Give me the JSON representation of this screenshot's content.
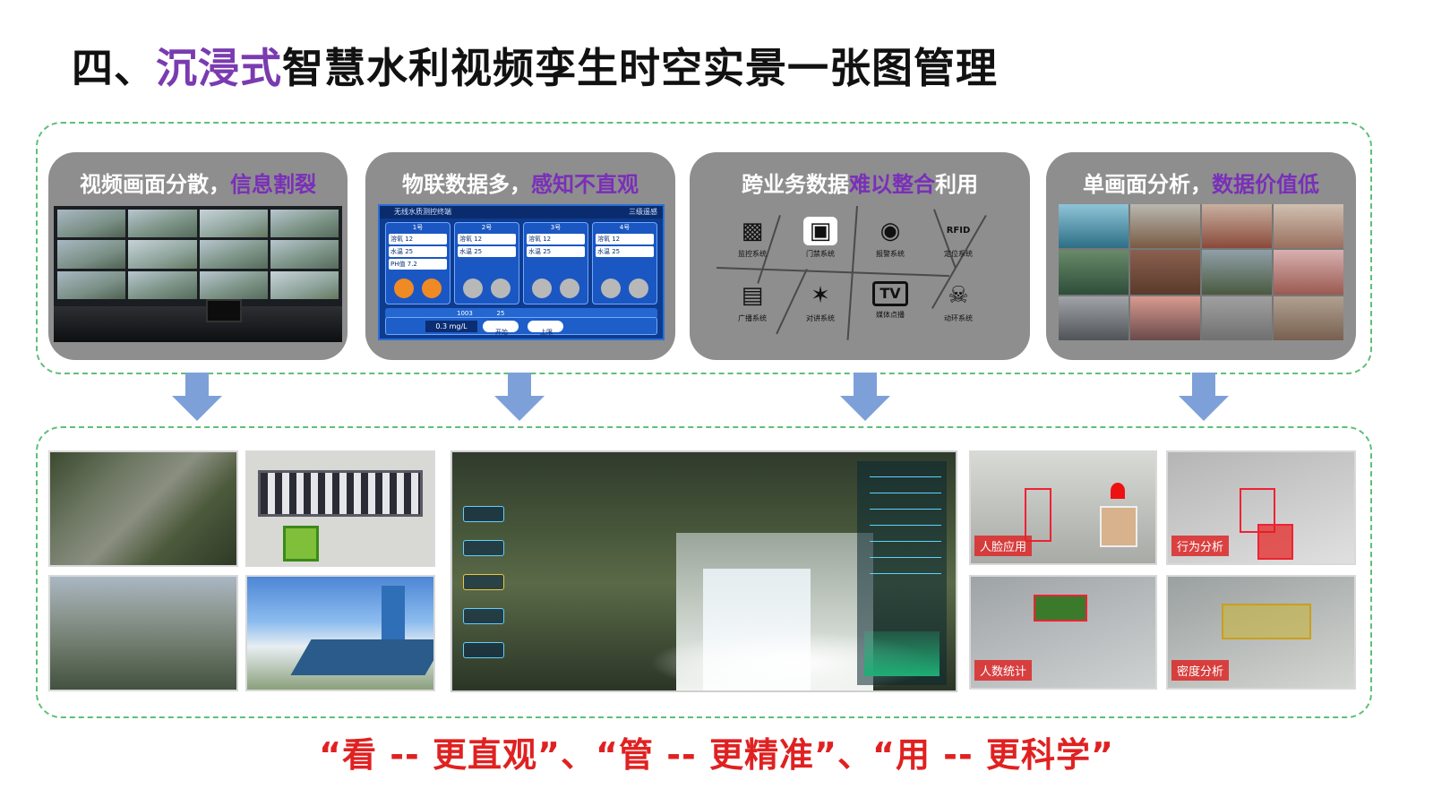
{
  "title": {
    "prefix": "四、",
    "highlight": "沉浸式",
    "rest": "智慧水利视频孪生时空实景一张图管理"
  },
  "cards": [
    {
      "title_plain": "视频画面分散，",
      "title_highlight": "信息割裂",
      "title_after": ""
    },
    {
      "title_plain": "物联数据多，",
      "title_highlight": "感知不直观",
      "title_after": ""
    },
    {
      "title_plain": "跨业务数据",
      "title_highlight": "难以整合",
      "title_after": "利用"
    },
    {
      "title_plain": "单画面分析，",
      "title_highlight": "数据价值低",
      "title_after": ""
    }
  ],
  "dashboard": {
    "header": "无线水质测控终端",
    "header_right": "三级遥感",
    "columns": [
      {
        "label": "1号",
        "r1": "溶氧 12",
        "r2": "水温 25",
        "r3": "PH值 7.2"
      },
      {
        "label": "2号",
        "r1": "溶氧 12",
        "r2": "水温 25",
        "r3": ""
      },
      {
        "label": "3号",
        "r1": "溶氧 12",
        "r2": "水温 25",
        "r3": ""
      },
      {
        "label": "4号",
        "r1": "溶氧 12",
        "r2": "水温 25",
        "r3": ""
      }
    ],
    "pressure": "1003",
    "temp": "25",
    "reading": "0.3 mg/L",
    "start_label": "开始",
    "stop_label": "上限"
  },
  "systems": [
    {
      "name": "监控系统",
      "icon": "cctv-camera-icon"
    },
    {
      "name": "门禁系统",
      "icon": "door-access-icon"
    },
    {
      "name": "报警系统",
      "icon": "alarm-light-icon"
    },
    {
      "name": "定位系统",
      "icon": "rfid-icon"
    },
    {
      "name": "广播系统",
      "icon": "radio-icon"
    },
    {
      "name": "对讲系统",
      "icon": "intercom-icon"
    },
    {
      "name": "媒体点播",
      "icon": "tv-icon"
    },
    {
      "name": "动环系统",
      "icon": "thermometer-icon"
    }
  ],
  "rfid_text": "RFID",
  "tv_text": "TV",
  "camera_tags": [
    "人脸应用",
    "行为分析",
    "人数统计",
    "密度分析"
  ],
  "slogan": "“看 -- 更直观”、“管 -- 更精准”、“用 -- 更科学”",
  "colors": {
    "accent_purple": "#7a3bb0",
    "slogan_red": "#e02121",
    "dashed_green": "#5fbf7a",
    "arrow_blue": "#7ea0d8"
  }
}
